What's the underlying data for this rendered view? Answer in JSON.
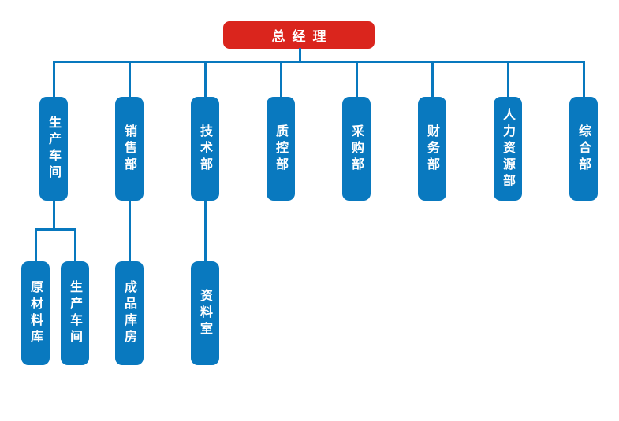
{
  "org_chart": {
    "title": "company-organization-chart",
    "root": {
      "label": "总经理"
    },
    "level1": [
      {
        "label": "生产车间"
      },
      {
        "label": "销售部"
      },
      {
        "label": "技术部"
      },
      {
        "label": "质控部"
      },
      {
        "label": "采购部"
      },
      {
        "label": "财务部"
      },
      {
        "label": "人力资源部"
      },
      {
        "label": "综合部"
      }
    ],
    "level2": [
      {
        "label": "原材料库",
        "parent": "生产车间"
      },
      {
        "label": "生产车间",
        "parent": "生产车间"
      },
      {
        "label": "成品库房",
        "parent": "销售部"
      },
      {
        "label": "资料室",
        "parent": "技术部"
      }
    ],
    "colors": {
      "root_bg": "#da251d",
      "node_bg": "#0979bf",
      "connector": "#0878be",
      "text": "#ffffff"
    }
  }
}
